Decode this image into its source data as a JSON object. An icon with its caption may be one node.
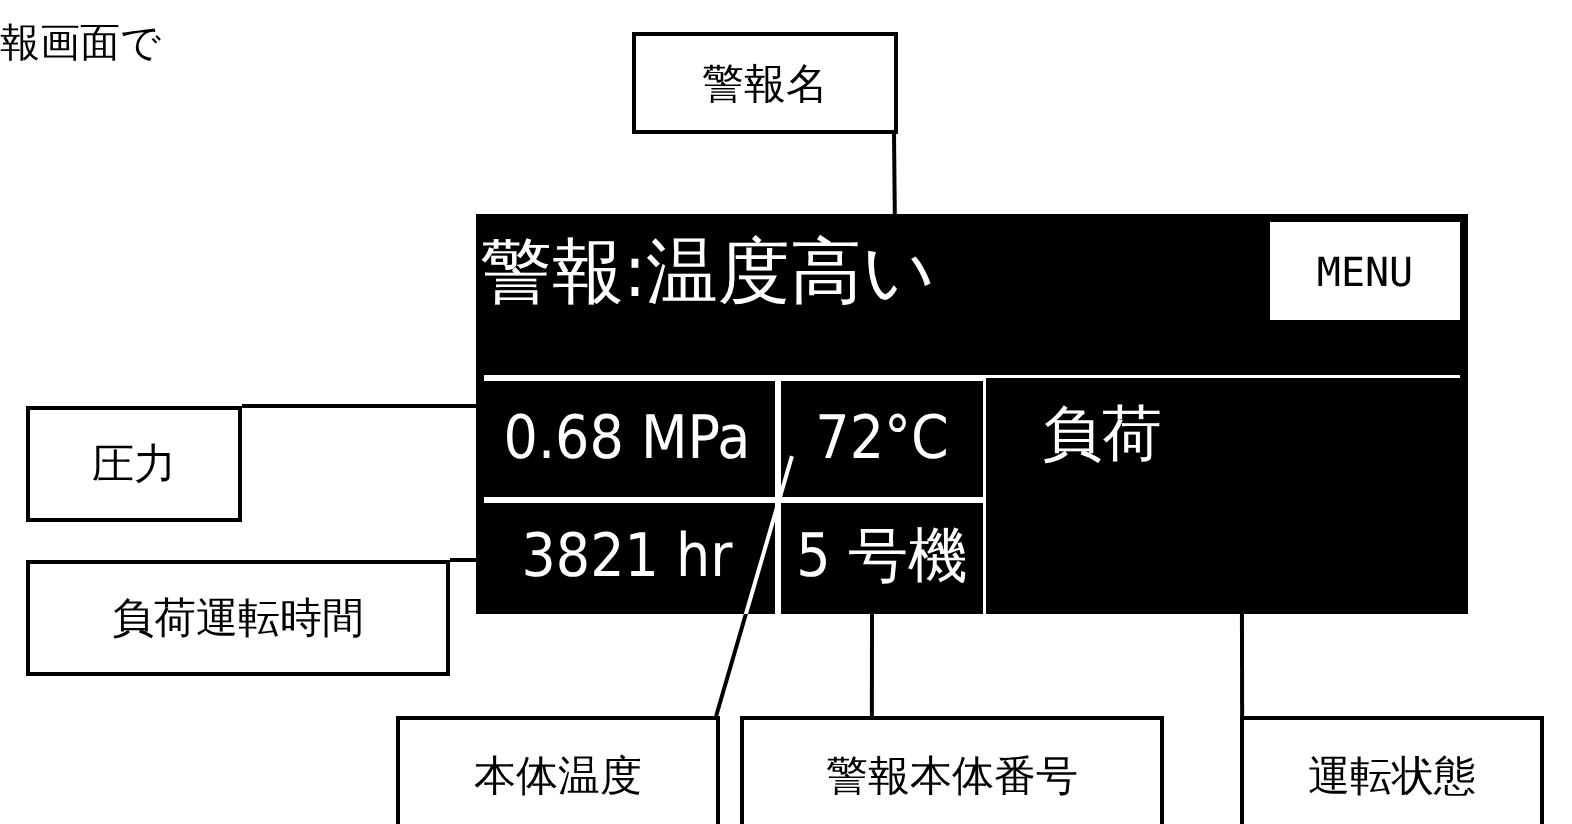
{
  "diagram": {
    "nodes": [
      {
        "text": [
          "警報名"
        ]
      },
      {
        "text": [
          "圧力"
        ]
      },
      {
        "text": [
          "負荷運転時間"
        ]
      },
      {
        "text": [
          "本体温度"
        ]
      },
      {
        "text": [
          "警報本体番号"
        ]
      },
      {
        "text": [
          "運転状態"
        ]
      },
      {
        "text": [],
        "shape": "box"
      },
      {
        "text": [
          "警報:温度高い"
        ],
        "in": 6
      },
      {
        "text": [
          "MENU"
        ],
        "in": 6
      },
      {
        "text": [
          "0.68 MPa"
        ],
        "in": 6
      },
      {
        "text": [
          "72°C"
        ],
        "in": 6
      },
      {
        "text": [
          "負荷"
        ],
        "in": 6
      },
      {
        "text": [
          "3821 hr"
        ],
        "in": 6
      },
      {
        "text": [
          "5 号機"
        ],
        "in": 6
      }
    ],
    "edges": [
      {
        "from": 0,
        "to": 7,
        "arrow": "none"
      },
      {
        "from": 1,
        "to": 9,
        "arrow": "none"
      },
      {
        "from": 2,
        "to": 12,
        "arrow": "none"
      },
      {
        "from": 3,
        "to": 10,
        "arrow": "none"
      },
      {
        "from": 4,
        "to": 13,
        "arrow": "none"
      },
      {
        "from": 5,
        "to": 11,
        "arrow": "none"
      }
    ],
    "labels": [
      "報画面で"
    ]
  }
}
